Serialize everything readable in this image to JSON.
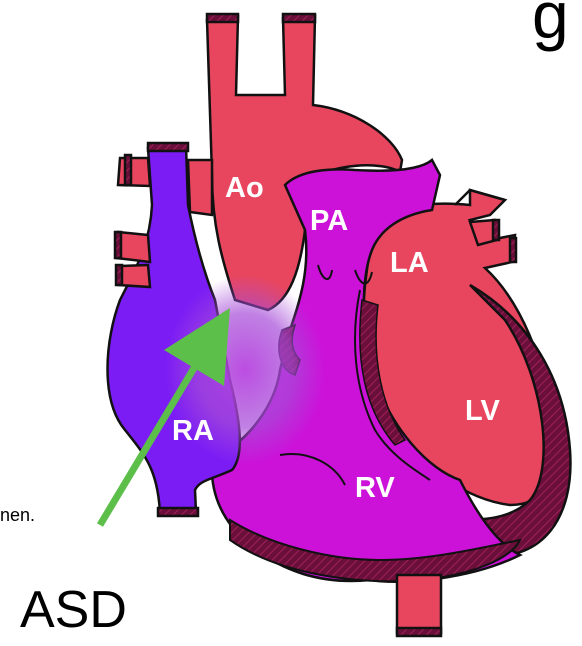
{
  "diagram": {
    "chamber_labels": {
      "aorta": "Ao",
      "pulmonary_artery": "PA",
      "left_atrium": "LA",
      "left_ventricle": "LV",
      "right_atrium": "RA",
      "right_ventricle": "RV"
    },
    "defect_label": "ASD",
    "top_text_fragment": "g",
    "side_text_fragment": "nen."
  },
  "colors": {
    "oxygenated_red": "#e8465f",
    "mixed_magenta": "#cc12d9",
    "deoxygenated_violet": "#7b1cf5",
    "myocardium_dark": "#6a0f3a",
    "arrow_green": "#5bbf4a",
    "outline": "#111111"
  },
  "icons": {
    "arrow": "shunt-arrow-icon"
  }
}
